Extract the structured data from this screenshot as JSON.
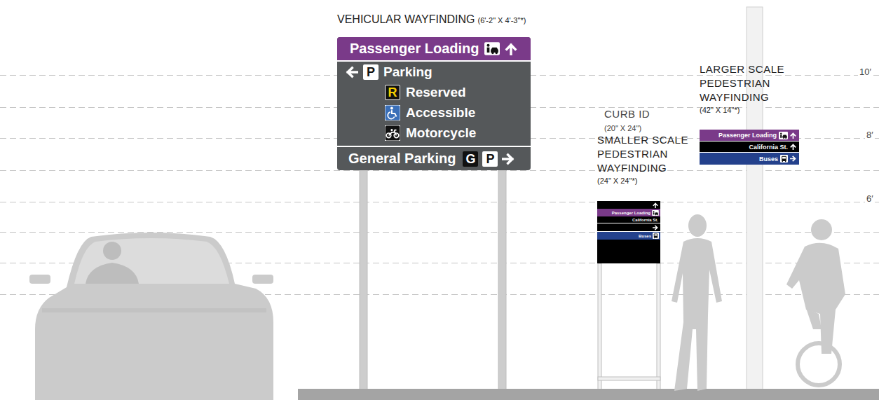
{
  "diagram": {
    "nodes": [
      {
        "text": [
          "VEHICULAR WAYFINDING",
          "(6'-2\" X 4'-3\"*)",
          "Parking",
          "Reserved",
          "Accessible",
          "Motorcycle"
        ]
      },
      {
        "text": [
          "Passenger Loading"
        ],
        "in": 0
      },
      {
        "text": [
          "P"
        ],
        "in": 0
      },
      {
        "text": [
          "R"
        ],
        "in": 0
      },
      {
        "text": [
          "General Parking"
        ],
        "in": 0
      },
      {
        "text": [
          "G"
        ],
        "in": 4
      },
      {
        "text": [
          "P"
        ],
        "in": 4
      },
      {
        "text": [
          "SMALLER SCALE PEDESTRIAN WAYFINDING",
          "(24\" X 24\"*)",
          "California St."
        ]
      },
      {
        "text": [
          "Passenger Loading"
        ],
        "in": 7
      },
      {
        "text": [
          "Buses"
        ],
        "in": 7
      },
      {
        "text": [
          "LARGER SCALE PEDESTRIAN WAYFINDING",
          "(42\" X 14\"*)",
          "California St."
        ]
      },
      {
        "text": [
          "Passenger Loading"
        ],
        "in": 10
      },
      {
        "text": [
          "Buses"
        ],
        "in": 10
      }
    ],
    "labels": [
      "CURB ID",
      "(20\" X 24\")",
      "10′",
      "8′",
      "6′"
    ]
  }
}
